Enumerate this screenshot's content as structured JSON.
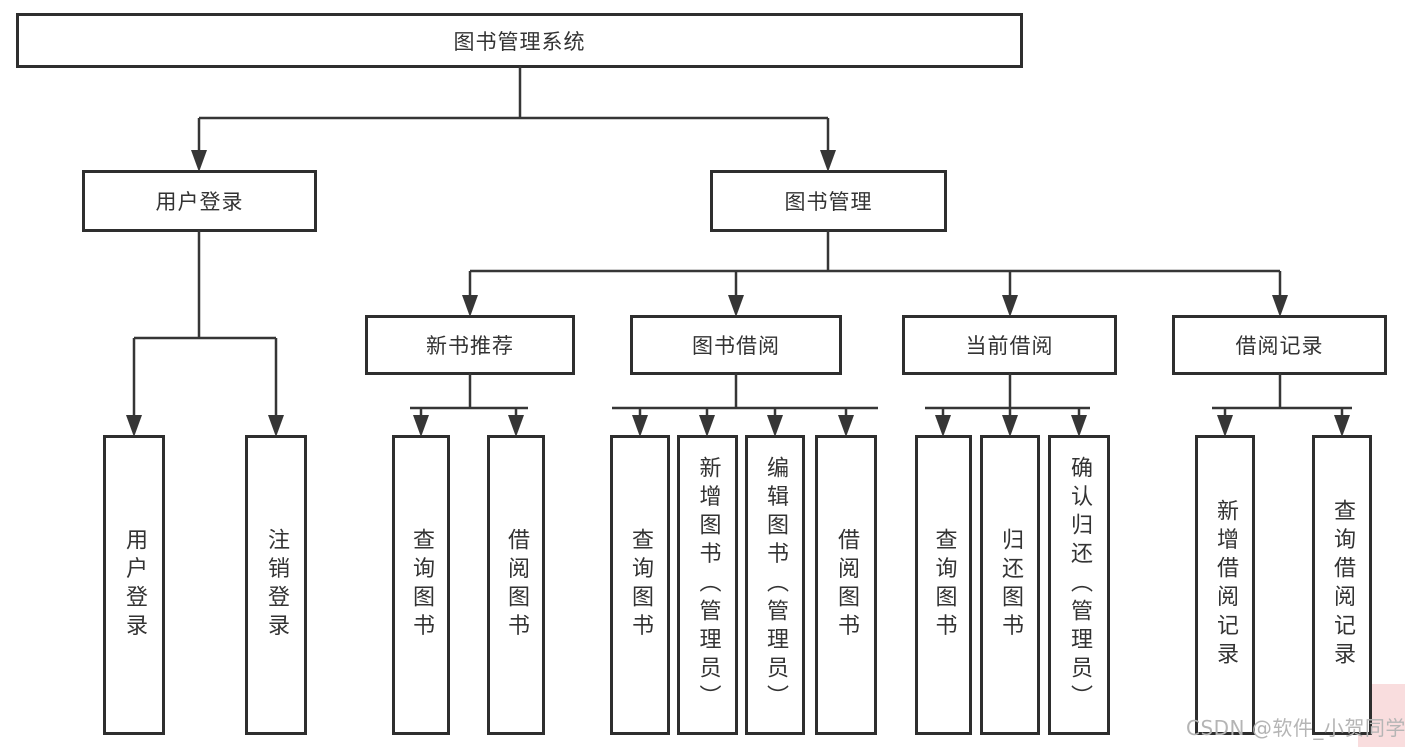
{
  "diagram": {
    "root": {
      "label": "图书管理系统"
    },
    "user_branch": {
      "label": "用户登录",
      "children": [
        {
          "label": "用户登录"
        },
        {
          "label": "注销登录"
        }
      ]
    },
    "book_branch": {
      "label": "图书管理",
      "groups": [
        {
          "label": "新书推荐",
          "children": [
            {
              "label": "查询图书"
            },
            {
              "label": "借阅图书"
            }
          ]
        },
        {
          "label": "图书借阅",
          "children": [
            {
              "label": "查询图书"
            },
            {
              "label": "新增图书（管理员）"
            },
            {
              "label": "编辑图书（管理员）"
            },
            {
              "label": "借阅图书"
            }
          ]
        },
        {
          "label": "当前借阅",
          "children": [
            {
              "label": "查询图书"
            },
            {
              "label": "归还图书"
            },
            {
              "label": "确认归还（管理员）"
            }
          ]
        },
        {
          "label": "借阅记录",
          "children": [
            {
              "label": "新增借阅记录"
            },
            {
              "label": "查询借阅记录"
            }
          ]
        }
      ]
    }
  },
  "watermark": {
    "text": "CSDN @软件_小贺同学"
  },
  "colors": {
    "line": "#363636",
    "box_border": "#2e2e2e",
    "text": "#333333",
    "watermark_text": "#b5b5b5",
    "watermark_bg": "#f8d7d8",
    "background": "#ffffff"
  }
}
